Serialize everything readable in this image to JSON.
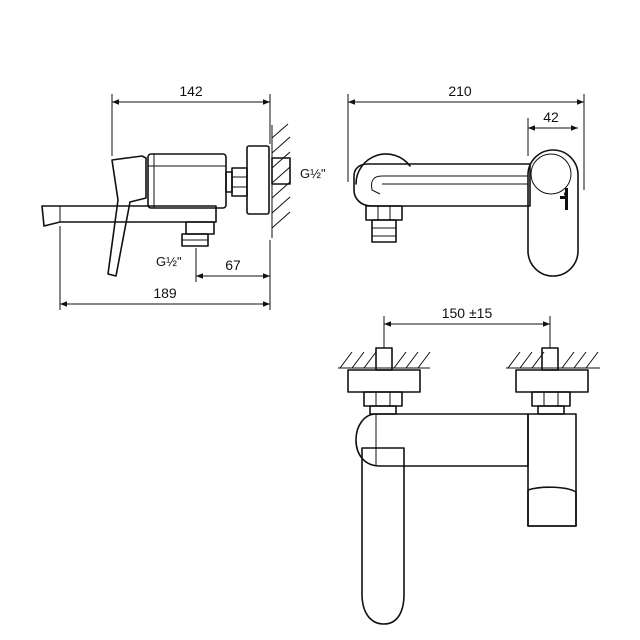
{
  "dimensions": {
    "side_top_width": "142",
    "side_spout_to_outlet": "67",
    "side_total_length": "189",
    "front_total_width": "210",
    "front_handle_width": "42",
    "bottom_centers": "150 ±15"
  },
  "labels": {
    "thread_wall": "G½\"",
    "thread_outlet": "G½\""
  }
}
